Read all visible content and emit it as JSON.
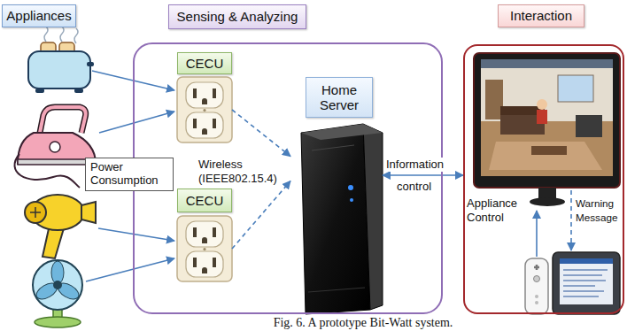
{
  "diagram": {
    "caption": "Fig. 6. A prototype Bit-Watt system.",
    "nodes": [
      {
        "text": [
          "Appliances"
        ]
      },
      {
        "text": [
          "Power Consumption"
        ]
      },
      {
        "text": [
          "Sensing & Analyzing"
        ]
      },
      {
        "text": [
          "CECU"
        ],
        "in": 2
      },
      {
        "text": [
          "Home Server"
        ],
        "in": 2
      },
      {
        "text": [
          "CECU"
        ],
        "in": 2
      },
      {
        "text": [
          "Interaction"
        ]
      }
    ],
    "edges": [
      {
        "from": 3,
        "to": 4,
        "arrow": "to"
      },
      {
        "from": 5,
        "to": 4,
        "arrow": "to"
      },
      {
        "from": 4,
        "to": 6,
        "arrow": "both"
      }
    ],
    "labels": [
      "Wireless (IEEE802.15.4)",
      "Information",
      "control",
      "Appliance Control",
      "Warning Message"
    ]
  }
}
